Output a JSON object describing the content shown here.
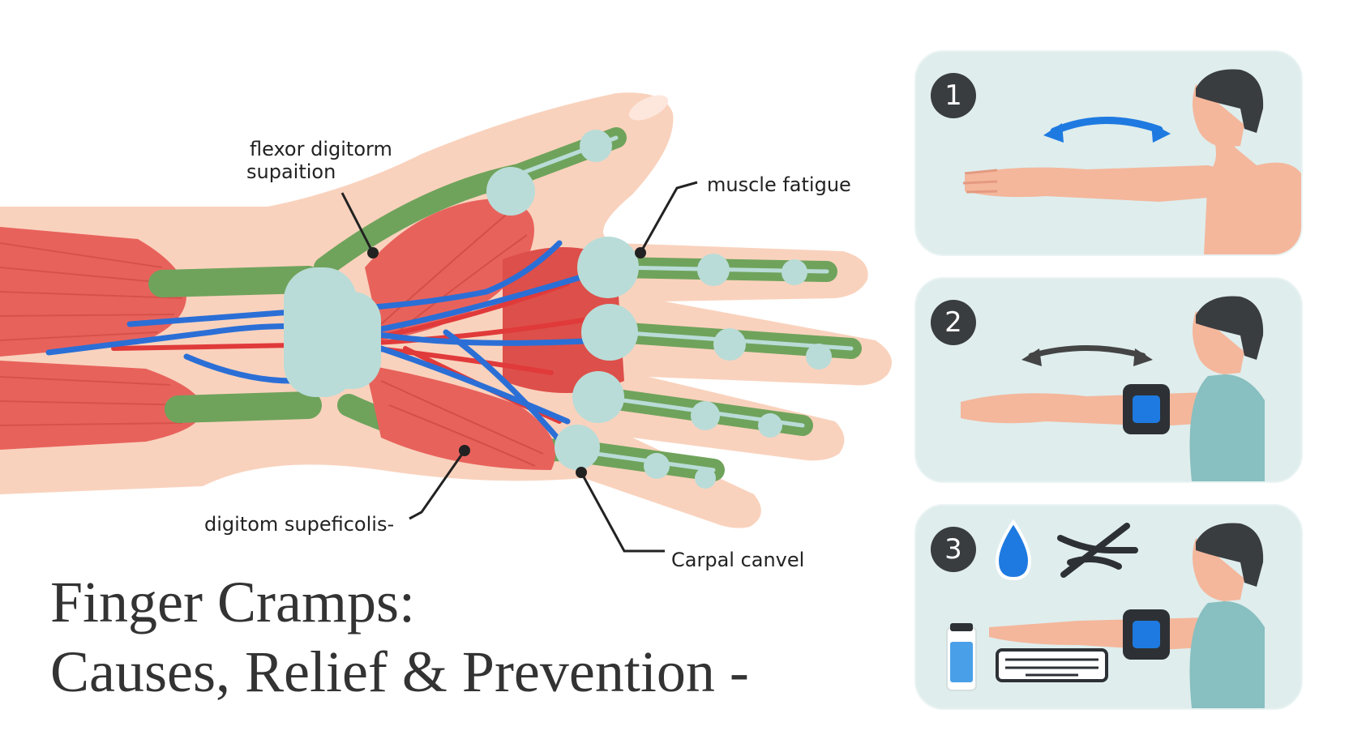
{
  "labels": {
    "flexor": [
      "flexor digitorm",
      "supaition"
    ],
    "muscle_fatigue": "muscle fatigue",
    "digitorm": "digitom supeficolis-",
    "carpal": "Carpal canvel"
  },
  "title": {
    "line1": "Finger Cramps:",
    "line2": "Causes, Relief & Prevention -"
  },
  "steps": [
    {
      "number": "1"
    },
    {
      "number": "2"
    },
    {
      "number": "3"
    }
  ],
  "colors": {
    "muscle": "#e8625c",
    "tendon": "#6fa35c",
    "vein": "#2b6fd6",
    "artery": "#e03a3a",
    "joint": "#b9dcd8",
    "skin": "#f7c8b0",
    "panel": "#dfeded",
    "arrow_blue": "#1e7ae0",
    "arrow_gray": "#444444"
  }
}
